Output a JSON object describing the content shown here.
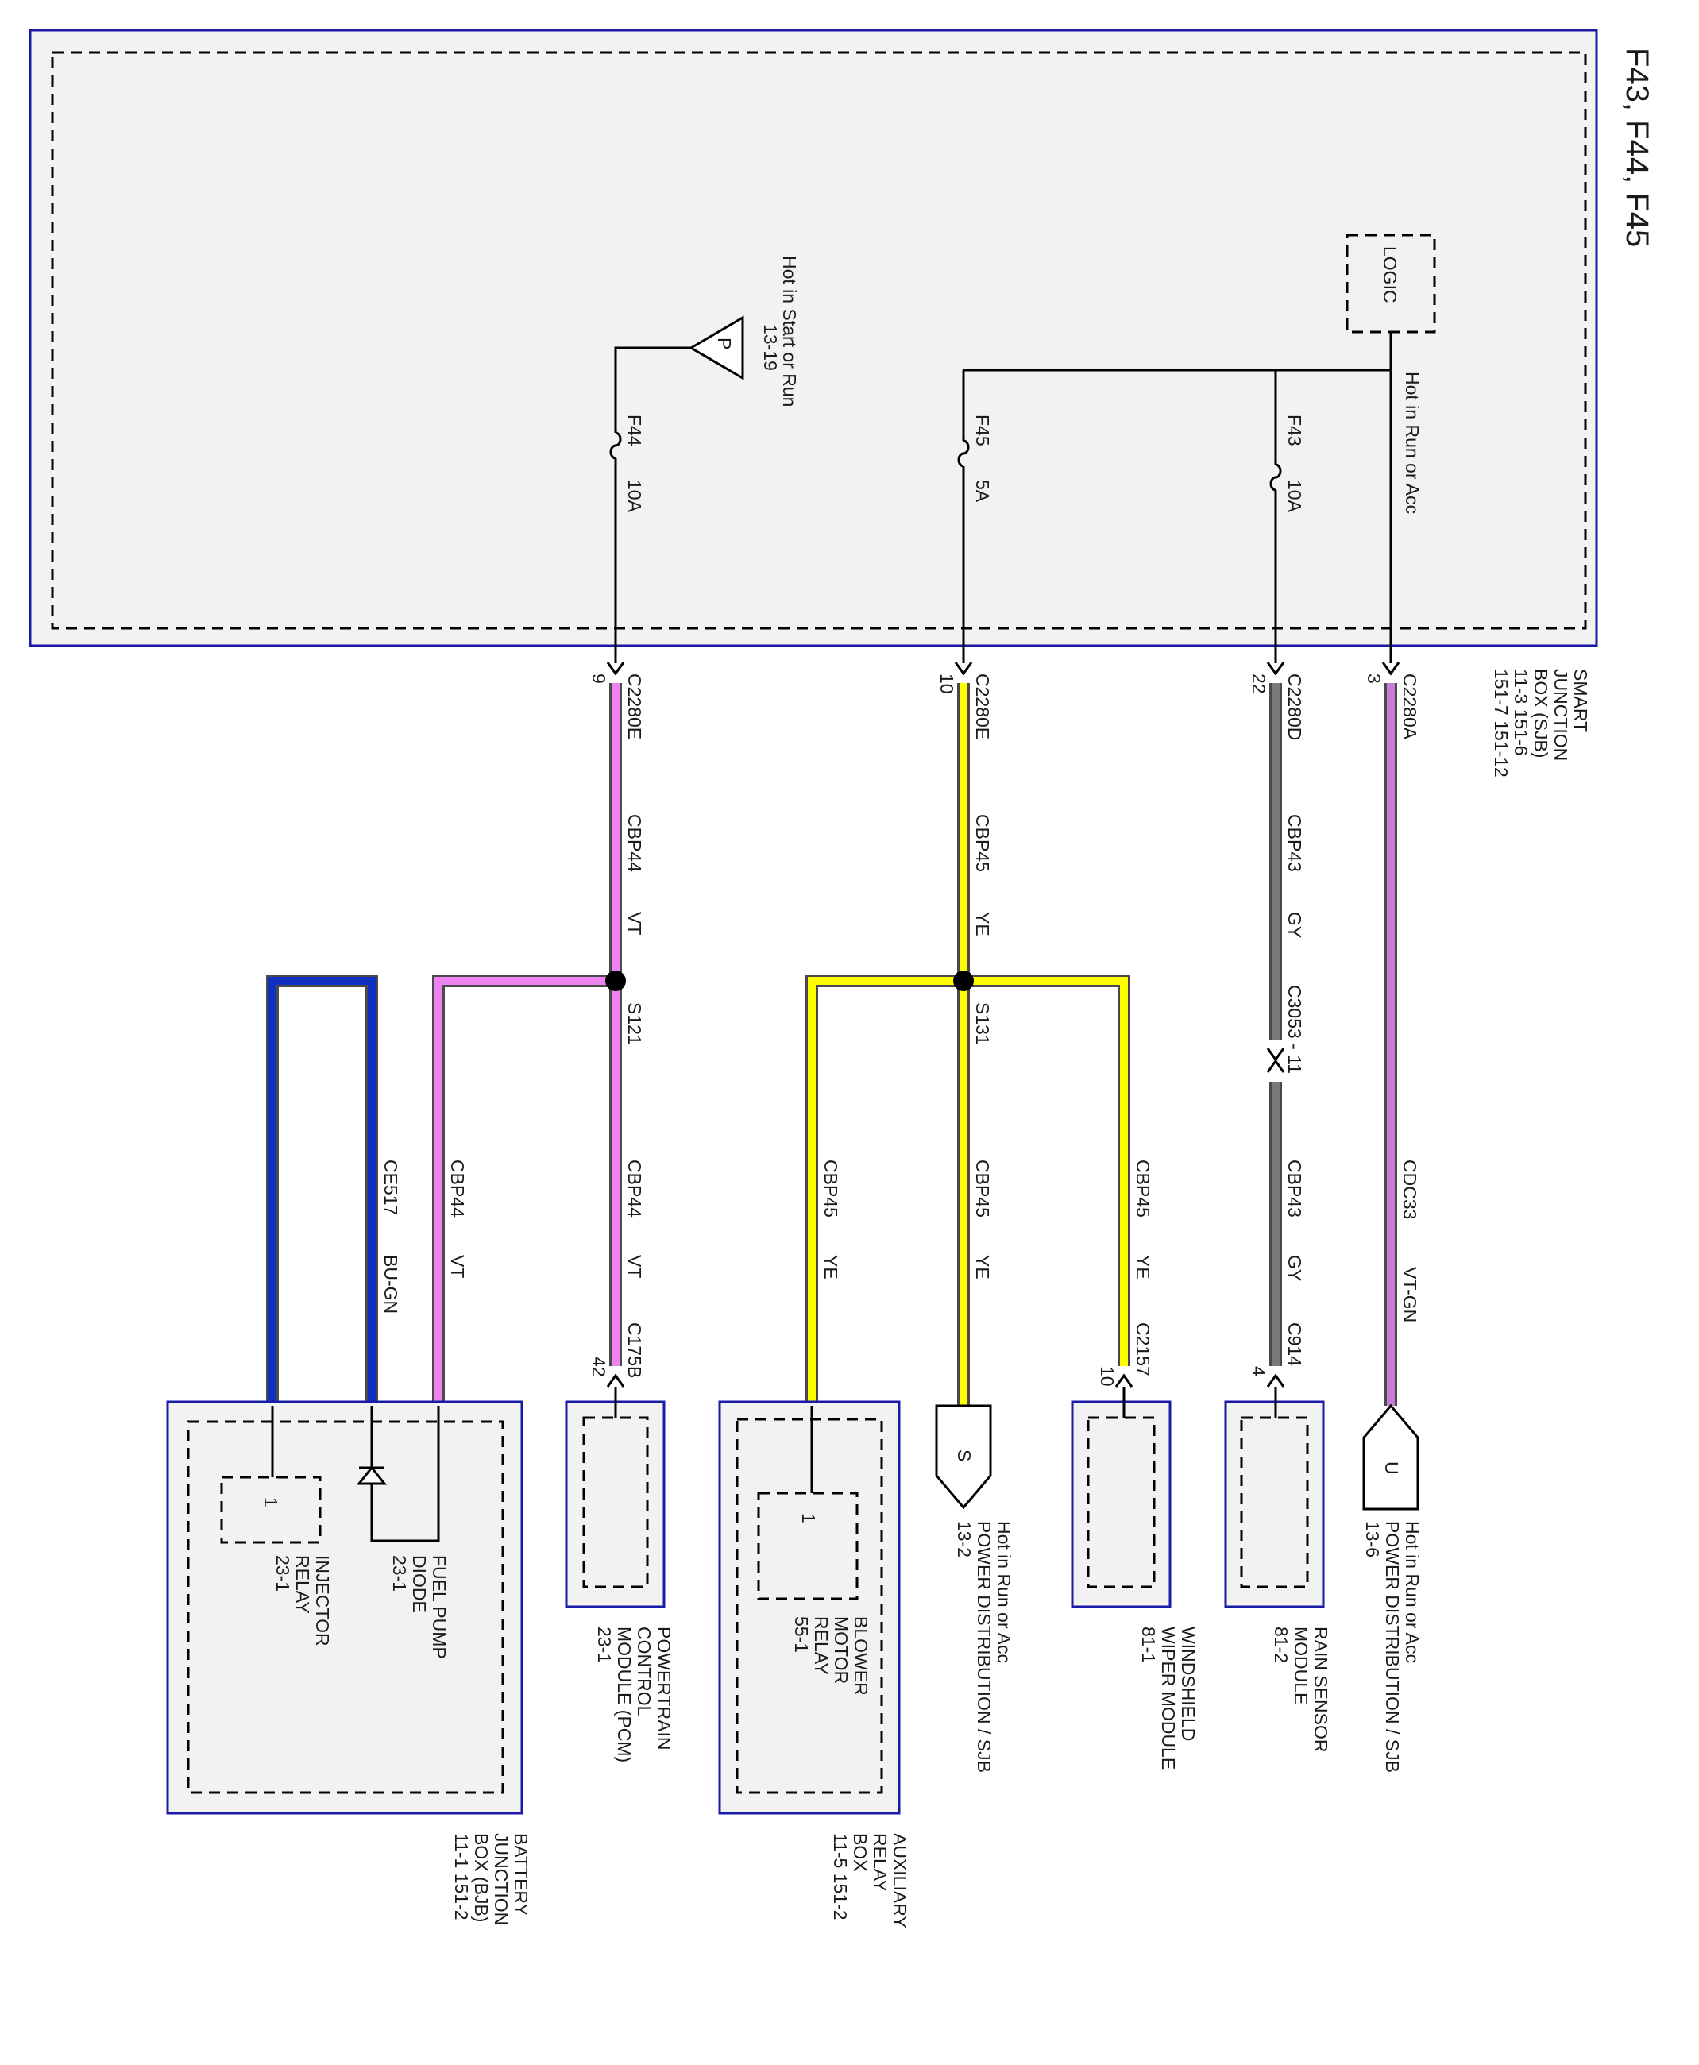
{
  "title": "F43, F44, F45",
  "colors": {
    "VT": "#ee82ee",
    "YE": "#ffff00",
    "GY": "#7a7a7a",
    "VT-GN": "#c77dd8",
    "BU-GN": "#1030c0",
    "box_border": "#1a1aa8",
    "box_fill": "#f2f2f2"
  },
  "components": {
    "sjb": {
      "line1": "SMART",
      "line2": "JUNCTION",
      "line3": "BOX (SJB)",
      "line4": "11-3     151-6",
      "line5": "151-7    151-12"
    },
    "logic": "LOGIC",
    "power_p": {
      "symbol": "P",
      "line1": "Hot in Start or Run",
      "line2": "13-19"
    },
    "power_s": {
      "symbol": "S",
      "line1": "Hot in Run or Acc",
      "line2": "POWER DISTRIBUTION / SJB",
      "line3": "13-2"
    },
    "power_u": {
      "symbol": "U",
      "line1": "Hot in Run or Acc",
      "line2": "POWER DISTRIBUTION / SJB",
      "line3": "13-6"
    },
    "hot_run_acc": "Hot in Run or Acc",
    "rain": {
      "line1": "RAIN SENSOR",
      "line2": "MODULE",
      "line3": "81-2"
    },
    "wiper": {
      "line1": "WINDSHIELD",
      "line2": "WIPER MODULE",
      "line3": "81-1"
    },
    "arb": {
      "line1": "AUXILIARY",
      "line2": "RELAY",
      "line3": "BOX",
      "line4": "11-5     151-2"
    },
    "blower": {
      "num": "1",
      "line1": "BLOWER",
      "line2": "MOTOR",
      "line3": "RELAY",
      "line4": "55-1"
    },
    "pcm": {
      "line1": "POWERTRAIN",
      "line2": "CONTROL",
      "line3": "MODULE (PCM)",
      "line4": "23-1"
    },
    "bjb": {
      "line1": "BATTERY",
      "line2": "JUNCTION",
      "line3": "BOX (BJB)",
      "line4": "11-1     151-2"
    },
    "injector": {
      "num": "1",
      "line1": "INJECTOR",
      "line2": "RELAY",
      "line3": "23-1"
    },
    "diode": {
      "line1": "FUEL PUMP",
      "line2": "DIODE",
      "line3": "23-1"
    }
  },
  "fuses": [
    {
      "name": "F43",
      "rating": "10A"
    },
    {
      "name": "F45",
      "rating": "5A"
    },
    {
      "name": "F44",
      "rating": "10A"
    }
  ],
  "connectors": {
    "c2280a": {
      "name": "C2280A",
      "pin": "3"
    },
    "c2280d": {
      "name": "C2280D",
      "pin": "22"
    },
    "c2280e_10": {
      "name": "C2280E",
      "pin": "10"
    },
    "c2280e_9": {
      "name": "C2280E",
      "pin": "9"
    },
    "c3053": {
      "name": "C3053 - 11"
    },
    "c914": {
      "name": "C914",
      "pin": "4"
    },
    "c2157": {
      "name": "C2157",
      "pin": "10"
    },
    "c175b": {
      "name": "C175B",
      "pin": "42"
    }
  },
  "splices": {
    "s131": "S131",
    "s121": "S121"
  },
  "wires": {
    "cdc33": {
      "circuit": "CDC33",
      "color": "VT-GN"
    },
    "cbp43_a": {
      "circuit": "CBP43",
      "color": "GY"
    },
    "cbp43_b": {
      "circuit": "CBP43",
      "color": "GY"
    },
    "cbp45_a": {
      "circuit": "CBP45",
      "color": "YE"
    },
    "cbp45_wiper": {
      "circuit": "CBP45",
      "color": "YE"
    },
    "cbp45_s": {
      "circuit": "CBP45",
      "color": "YE"
    },
    "cbp45_blower": {
      "circuit": "CBP45",
      "color": "YE"
    },
    "cbp44_a": {
      "circuit": "CBP44",
      "color": "VT"
    },
    "cbp44_pcm": {
      "circuit": "CBP44",
      "color": "VT"
    },
    "cbp44_diode": {
      "circuit": "CBP44",
      "color": "VT"
    },
    "ce517": {
      "circuit": "CE517",
      "color": "BU-GN"
    }
  }
}
